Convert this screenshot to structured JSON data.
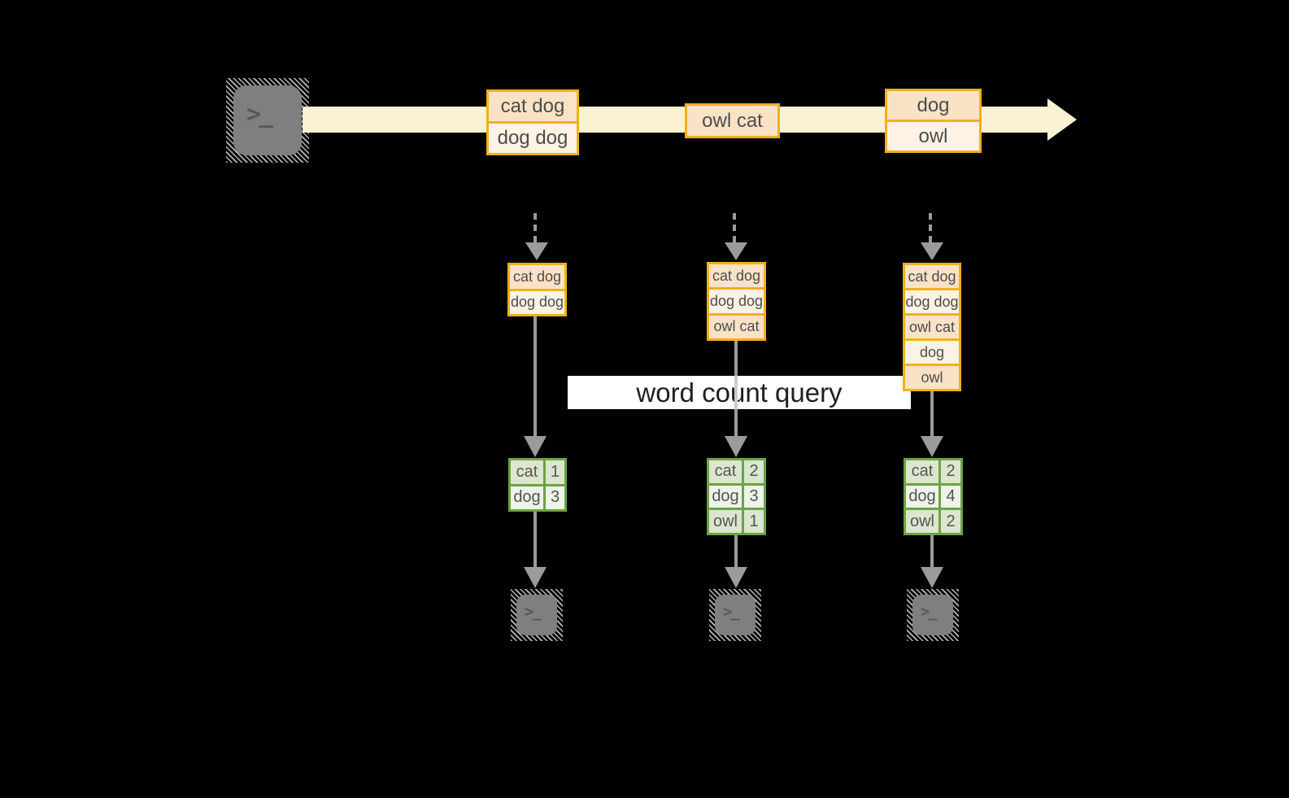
{
  "icons": {
    "terminal_prompt": ">_"
  },
  "query_label": "word count query",
  "colors": {
    "background": "#000000",
    "timeline_band": "#fbf2d3",
    "orange_border": "#f2b118",
    "cell_peach": "#fae2c6",
    "cell_cream": "#fdf2e4",
    "green_border": "#6da342",
    "green_cell_dark": "#dae6cd",
    "green_cell_light": "#eef3e9",
    "arrow_gray": "#9b9b9b",
    "terminal_gray": "#7f7f7f",
    "banner_bg": "#ffffff"
  },
  "timeline": {
    "events": [
      {
        "lines": [
          "cat dog",
          "dog dog"
        ]
      },
      {
        "lines": [
          "owl cat"
        ]
      },
      {
        "lines": [
          "dog",
          "owl"
        ]
      }
    ]
  },
  "columns": [
    {
      "buffer": [
        "cat dog",
        "dog dog"
      ],
      "counts": [
        [
          "cat",
          "1"
        ],
        [
          "dog",
          "3"
        ]
      ]
    },
    {
      "buffer": [
        "cat dog",
        "dog dog",
        "owl cat"
      ],
      "counts": [
        [
          "cat",
          "2"
        ],
        [
          "dog",
          "3"
        ],
        [
          "owl",
          "1"
        ]
      ]
    },
    {
      "buffer": [
        "cat dog",
        "dog dog",
        "owl cat",
        "dog",
        "owl"
      ],
      "counts": [
        [
          "cat",
          "2"
        ],
        [
          "dog",
          "4"
        ],
        [
          "owl",
          "2"
        ]
      ]
    }
  ]
}
